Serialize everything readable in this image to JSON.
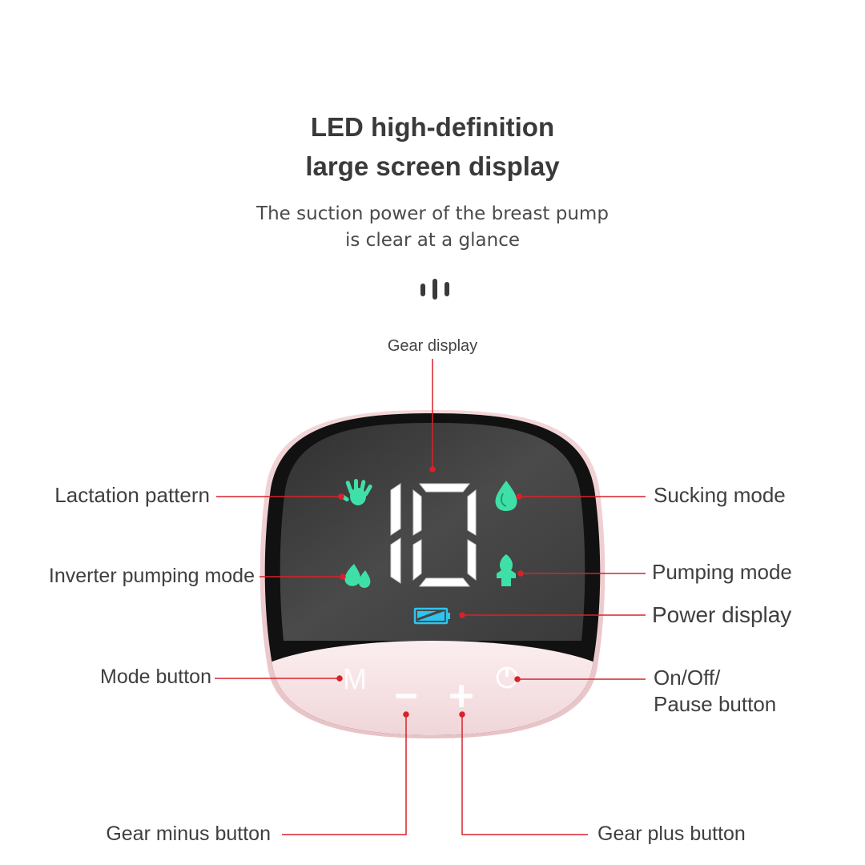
{
  "heading": {
    "line1": "LED high-definition",
    "line2": "large screen display"
  },
  "subheading": {
    "line1": "The suction power of the breast pump",
    "line2": "is clear at a glance"
  },
  "device": {
    "gear_value": "10",
    "mode_key": "M",
    "minus_key": "−",
    "plus_key": "+",
    "screen_color": "#3d3d3d",
    "icon_color": "#3fe0a8",
    "battery_color": "#2ec4ee",
    "shell_color": "#f6e3e4",
    "line_color": "#d8222a"
  },
  "callouts": {
    "gear_display": "Gear display",
    "lactation_pattern": "Lactation pattern",
    "inverter_pumping_mode": "Inverter pumping mode",
    "mode_button": "Mode button",
    "sucking_mode": "Sucking mode",
    "pumping_mode": "Pumping mode",
    "power_display": "Power display",
    "power_button_line1": "On/Off/",
    "power_button_line2": "Pause button",
    "gear_minus_button": "Gear minus button",
    "gear_plus_button": "Gear plus button"
  }
}
